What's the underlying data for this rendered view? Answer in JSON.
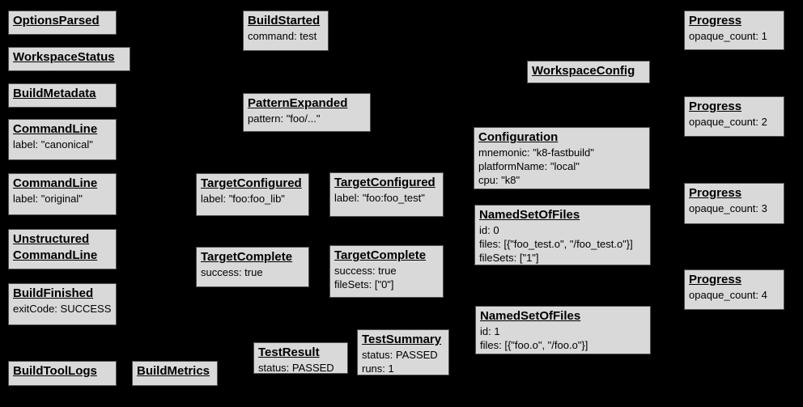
{
  "colors": {
    "background": "#000000",
    "box_fill": "#d9d9d9",
    "box_border": "#4f4f4f",
    "text": "#000000"
  },
  "nodes": [
    {
      "title": "OptionsParsed",
      "lines": []
    },
    {
      "title": "WorkspaceStatus",
      "lines": []
    },
    {
      "title": "BuildMetadata",
      "lines": []
    },
    {
      "title": "CommandLine",
      "lines": [
        "label: \"canonical\""
      ]
    },
    {
      "title": "CommandLine",
      "lines": [
        "label: \"original\""
      ]
    },
    {
      "title": "Unstructured CommandLine",
      "lines": []
    },
    {
      "title": "BuildFinished",
      "lines": [
        "exitCode: SUCCESS"
      ]
    },
    {
      "title": "BuildToolLogs",
      "lines": []
    },
    {
      "title": "BuildMetrics",
      "lines": []
    },
    {
      "title": "BuildStarted",
      "lines": [
        "command: test"
      ]
    },
    {
      "title": "PatternExpanded",
      "lines": [
        "pattern: \"foo/...\""
      ]
    },
    {
      "title": "TargetConfigured",
      "lines": [
        "label: \"foo:foo_lib\""
      ]
    },
    {
      "title": "TargetConfigured",
      "lines": [
        "label: \"foo:foo_test\""
      ]
    },
    {
      "title": "TargetComplete",
      "lines": [
        "success: true"
      ]
    },
    {
      "title": "TargetComplete",
      "lines": [
        "success: true",
        "fileSets: [\"0\"]"
      ]
    },
    {
      "title": "TestResult",
      "lines": [
        "status: PASSED"
      ]
    },
    {
      "title": "TestSummary",
      "lines": [
        "status: PASSED",
        "runs: 1"
      ]
    },
    {
      "title": "WorkspaceConfig",
      "lines": []
    },
    {
      "title": "Configuration",
      "lines": [
        "mnemonic: \"k8-fastbuild\"",
        "platformName: \"local\"",
        "cpu: \"k8\""
      ]
    },
    {
      "title": "NamedSetOfFiles",
      "lines": [
        "id: 0",
        "files: [{\"foo_test.o\", \"/foo_test.o\"}]",
        "fileSets: [\"1\"]"
      ]
    },
    {
      "title": "NamedSetOfFiles",
      "lines": [
        "id: 1",
        "files: [{\"foo.o\", \"/foo.o\"}]"
      ]
    },
    {
      "title": "Progress",
      "lines": [
        "opaque_count: 1"
      ]
    },
    {
      "title": "Progress",
      "lines": [
        "opaque_count: 2"
      ]
    },
    {
      "title": "Progress",
      "lines": [
        "opaque_count: 3"
      ]
    },
    {
      "title": "Progress",
      "lines": [
        "opaque_count: 4"
      ]
    }
  ]
}
